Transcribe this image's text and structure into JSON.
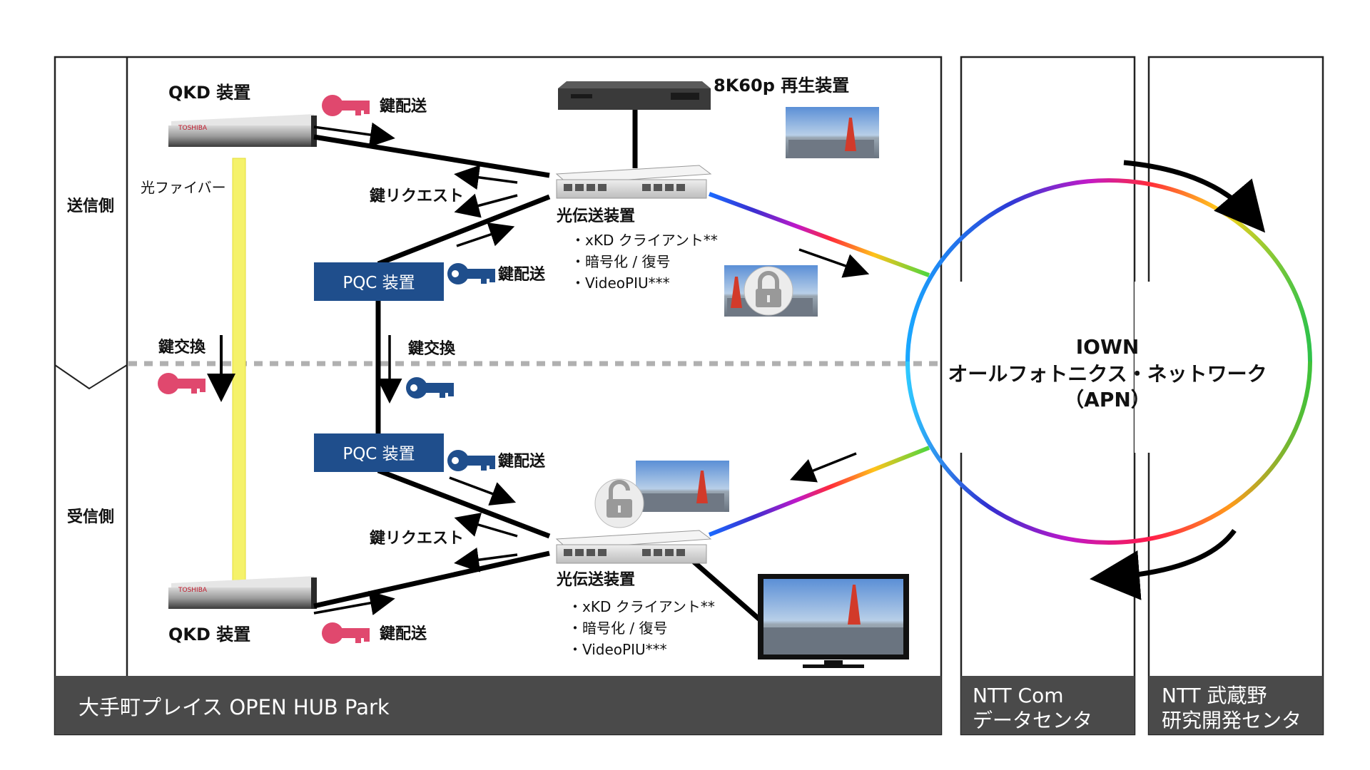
{
  "side_labels": {
    "sender": "送信側",
    "receiver": "受信側"
  },
  "venues": {
    "otemachi": "大手町プレイス OPEN HUB Park",
    "ntt_com_line1": "NTT Com",
    "ntt_com_line2": "データセンタ",
    "musashino_line1": "NTT 武蔵野",
    "musashino_line2": "研究開発センタ"
  },
  "qkd": {
    "top_label": "QKD 装置",
    "bottom_label": "QKD 装置",
    "fiber_label": "光ファイバー",
    "key_exchange": "鍵交換"
  },
  "key_labels": {
    "key_delivery_top": "鍵配送",
    "key_delivery_bottom": "鍵配送",
    "key_request_top": "鍵リクエスト",
    "key_request_bottom": "鍵リクエスト",
    "pqc_key_delivery_top": "鍵配送",
    "pqc_key_delivery_bottom": "鍵配送",
    "pqc_key_exchange": "鍵交換"
  },
  "pqc": {
    "top_label": "PQC 装置",
    "bottom_label": "PQC 装置"
  },
  "player": {
    "label": "8K60p 再生装置"
  },
  "transmitter_top": {
    "title": "光伝送装置",
    "features": [
      "・xKD クライアント**",
      "・暗号化 / 復号",
      "・VideoPIU***"
    ]
  },
  "transmitter_bottom": {
    "title": "光伝送装置",
    "features": [
      "・xKD クライアント**",
      "・暗号化 / 復号",
      "・VideoPIU***"
    ]
  },
  "network": {
    "line1": "IOWN",
    "line2": "オールフォトニクス・ネットワーク",
    "line3": "（APN）"
  },
  "colors": {
    "pqc_box": "#1f4e8c",
    "key_pink": "#e0486e",
    "key_blue": "#1f4e8c",
    "fiber_yellow": "#f5f26a",
    "footer_bar": "#4a4a4a",
    "dashed_divider": "#b0b0b0"
  },
  "icons": {
    "pink_key": "key-icon",
    "blue_key": "key-icon",
    "lock_closed": "lock-closed-icon",
    "lock_open": "lock-open-icon",
    "tv": "monitor-icon",
    "player": "video-player-icon"
  }
}
